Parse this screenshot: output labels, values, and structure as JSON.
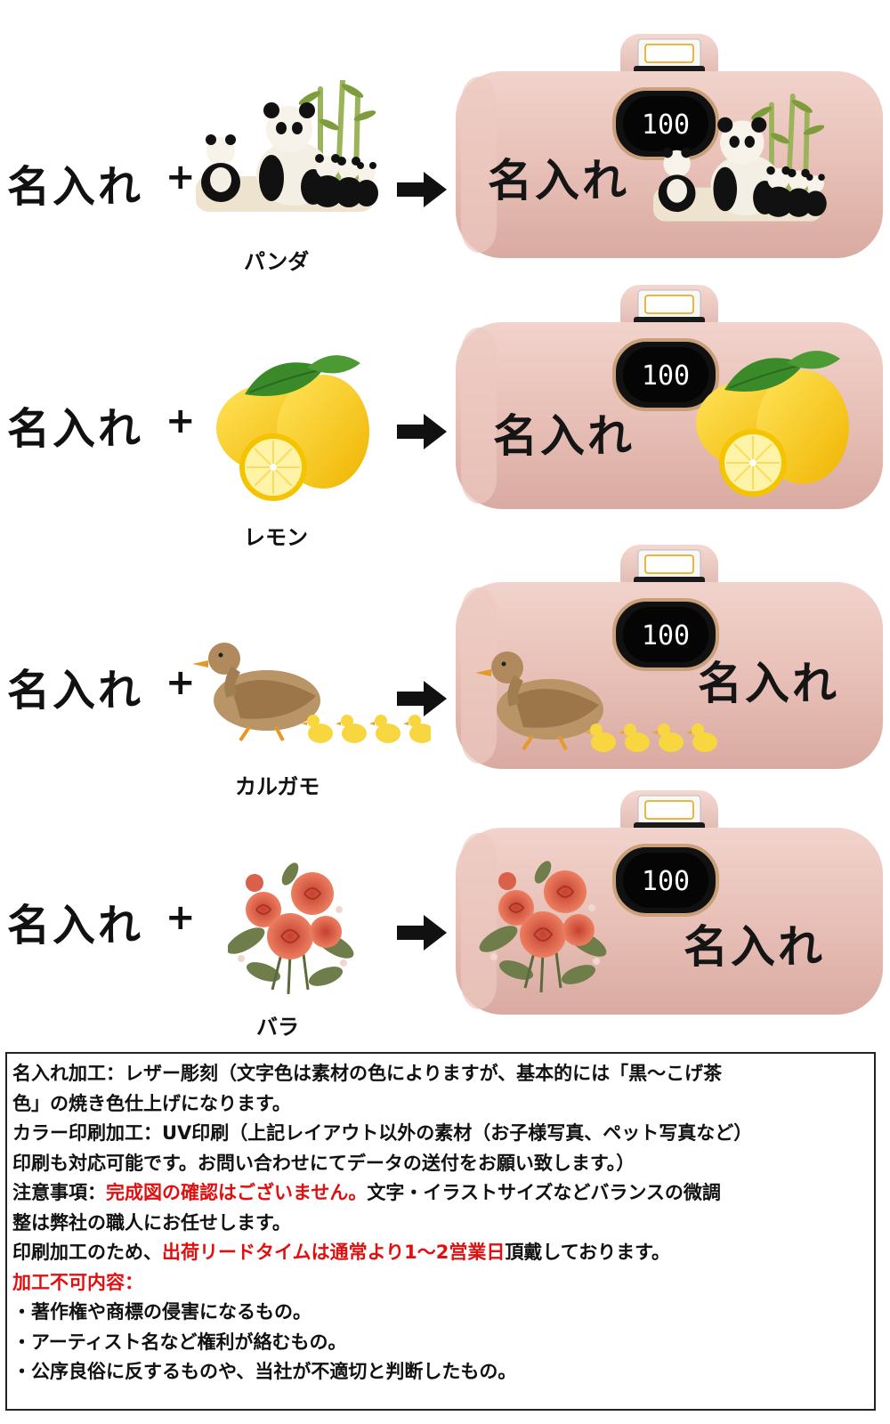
{
  "rows": [
    {
      "left_text": "名入れ",
      "plus": "+",
      "caption": "パンダ",
      "device_text": "名入れ",
      "device_display": "100"
    },
    {
      "left_text": "名入れ",
      "plus": "+",
      "caption": "レモン",
      "device_text": "名入れ",
      "device_display": "100"
    },
    {
      "left_text": "名入れ",
      "plus": "+",
      "caption": "カルガモ",
      "device_text": "名入れ",
      "device_display": "100"
    },
    {
      "left_text": "名入れ",
      "plus": "+",
      "caption": "バラ",
      "device_text": "名入れ",
      "device_display": "100"
    }
  ],
  "notes": {
    "line1": "名入れ加工：レザー彫刻（文字色は素材の色によりますが、基本的には「黒～こげ茶",
    "line2": "色」の焼き色仕上げになります。",
    "line3": "カラー印刷加工：UV印刷（上記レイアウト以外の素材（お子様写真、ペット写真など）",
    "line4": "印刷も対応可能です。お問い合わせにてデータの送付をお願い致します。）",
    "line5_prefix": "注意事項：",
    "line5_red": "完成図の確認はございません。",
    "line5_suffix": "文字・イラストサイズなどバランスの微調",
    "line6": "整は弊社の職人にお任せします。",
    "line7_prefix": "印刷加工のため、",
    "line7_red": "出荷リードタイムは通常より1～2営業日",
    "line7_suffix": "頂戴しております。",
    "line8_red": "加工不可内容：",
    "line9": "・著作権や商標の侵害になるもの。",
    "line10": "・アーティスト名など権利が絡むもの。",
    "line11": "・公序良俗に反するものや、当社が不適切と判断したもの。"
  },
  "colors": {
    "device_body": "#e9c4bc",
    "device_shadow": "#d5a89f",
    "emphasis_red": "#e01010"
  }
}
